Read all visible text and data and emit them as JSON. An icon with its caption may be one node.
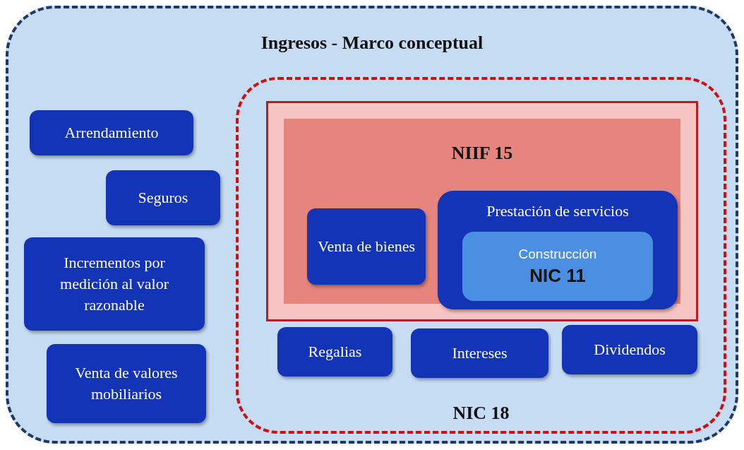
{
  "diagram": {
    "nodes": [
      {
        "text": [
          "Ingresos - Marco conceptual"
        ]
      },
      {
        "text": [
          "Arrendamiento"
        ],
        "in": 0
      },
      {
        "text": [
          "Seguros"
        ],
        "in": 0
      },
      {
        "text": [
          "Incrementos por medición al valor razonable"
        ],
        "in": 0
      },
      {
        "text": [
          "Venta de valores mobiliarios"
        ],
        "in": 0
      },
      {
        "text": [
          "NIC 18"
        ],
        "in": 0
      },
      {
        "text": [
          "NIIF 15"
        ],
        "in": 5
      },
      {
        "text": [
          "Venta de bienes"
        ],
        "in": 6
      },
      {
        "text": [
          "Prestación de servicios"
        ],
        "in": 6
      },
      {
        "text": [
          "Construcción",
          "NIC 11"
        ],
        "in": 8
      },
      {
        "text": [
          "Regalias"
        ],
        "in": 5
      },
      {
        "text": [
          "Intereses"
        ],
        "in": 5
      },
      {
        "text": [
          "Dividendos"
        ],
        "in": 5
      }
    ],
    "edges": []
  }
}
